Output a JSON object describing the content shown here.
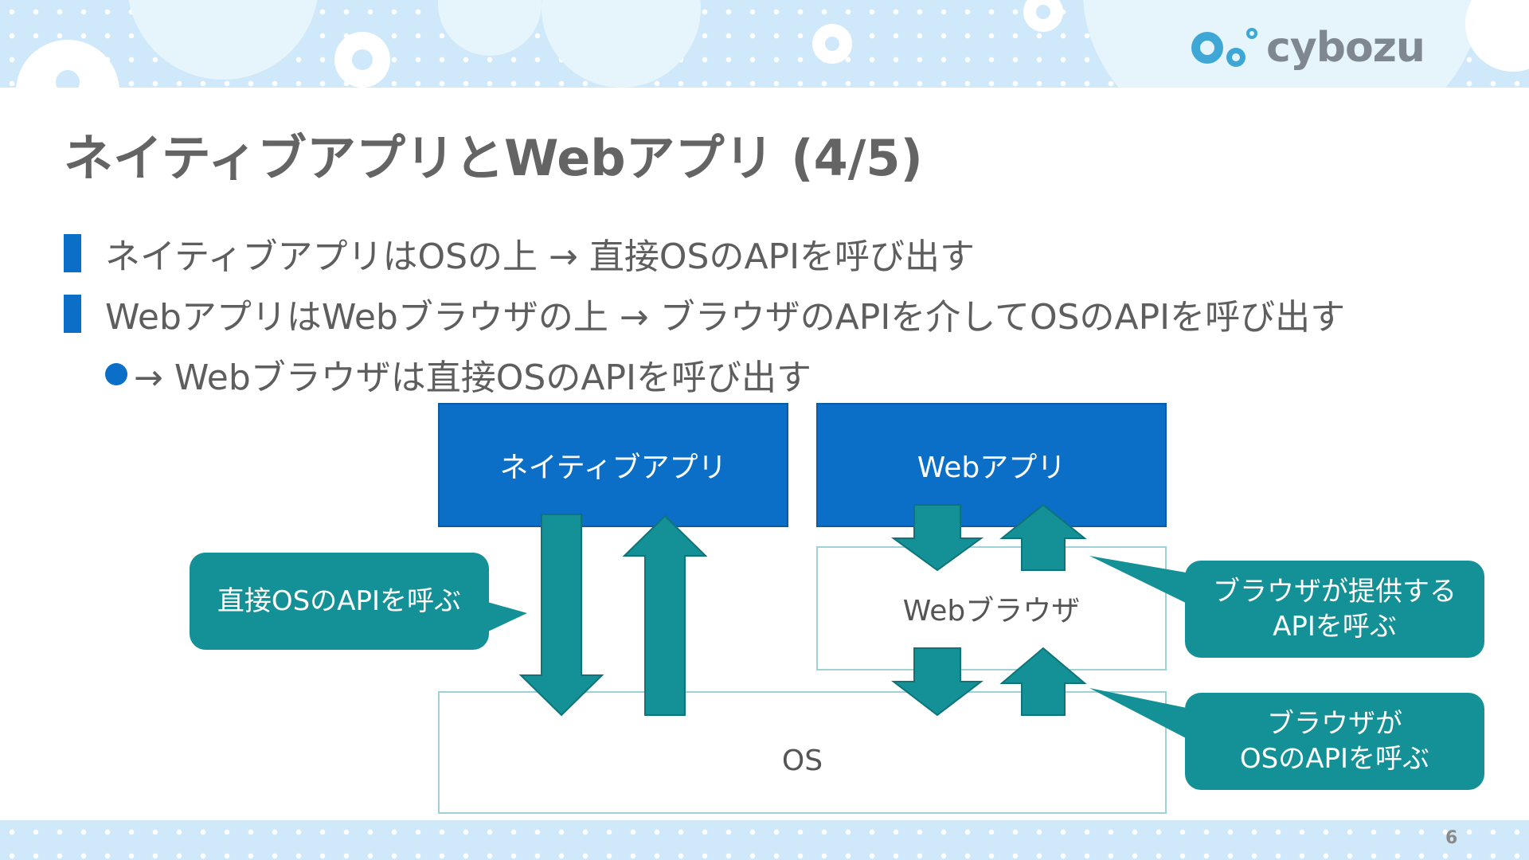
{
  "slide": {
    "title": "ネイティブアプリとWebアプリ (4/5)",
    "page_number": "6",
    "bullets": [
      "ネイティブアプリはOSの上 → 直接OSのAPIを呼び出す",
      "WebアプリはWebブラウザの上 → ブラウザのAPIを介してOSのAPIを呼び出す"
    ],
    "sub_bullet": "→ Webブラウザは直接OSのAPIを呼び出す"
  },
  "brand": {
    "logo_text": "cybozu"
  },
  "diagram": {
    "native_app": "ネイティブアプリ",
    "web_app": "Webアプリ",
    "browser": "Webブラウザ",
    "os": "OS",
    "callouts": {
      "direct": "直接OSのAPIを呼ぶ",
      "browser_api_line1": "ブラウザが提供する",
      "browser_api_line2": "APIを呼ぶ",
      "browser_os_line1": "ブラウザが",
      "browser_os_line2": "OSのAPIを呼ぶ"
    }
  },
  "colors": {
    "accent_blue": "#0b6fc7",
    "teal": "#139196",
    "outline": "#9fd2d8",
    "header_bg": "#cfe9fa"
  }
}
